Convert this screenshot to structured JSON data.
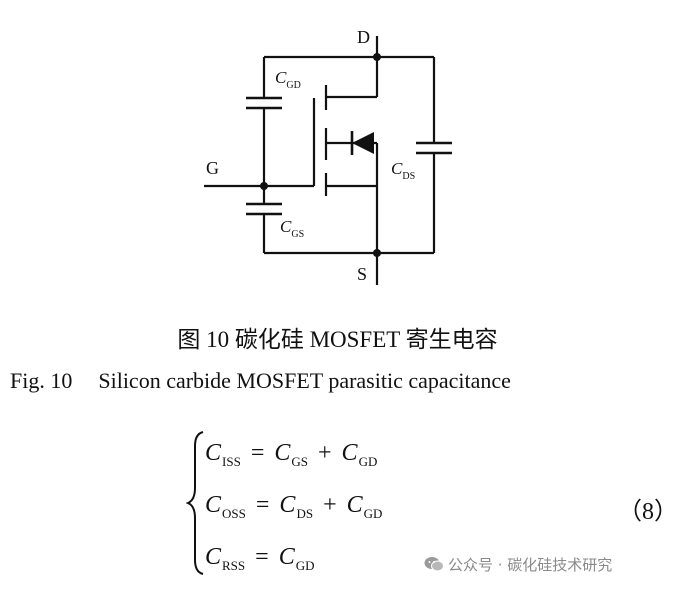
{
  "circuit": {
    "labels": {
      "drain": "D",
      "source": "S",
      "gate": "G",
      "cgd": {
        "main": "C",
        "sub": "GD"
      },
      "cgs": {
        "main": "C",
        "sub": "GS"
      },
      "cds": {
        "main": "C",
        "sub": "DS"
      }
    }
  },
  "caption": {
    "chinese": "图 10   碳化硅 MOSFET 寄生电容",
    "english_num": "Fig. 10",
    "english_text": "Silicon carbide MOSFET parasitic capacitance"
  },
  "equations": {
    "rows": [
      {
        "lhs": "C",
        "lhs_sub": "ISS",
        "eq": "=",
        "t1": "C",
        "t1_sub": "GS",
        "plus": "+",
        "t2": "C",
        "t2_sub": "GD"
      },
      {
        "lhs": "C",
        "lhs_sub": "OSS",
        "eq": "=",
        "t1": "C",
        "t1_sub": "DS",
        "plus": "+",
        "t2": "C",
        "t2_sub": "GD"
      },
      {
        "lhs": "C",
        "lhs_sub": "RSS",
        "eq": "=",
        "t1": "C",
        "t1_sub": "GD"
      }
    ],
    "number": "（8）"
  },
  "watermark": {
    "icon": "wechat-icon",
    "text": "公众号 · 碳化硅技术研究"
  }
}
